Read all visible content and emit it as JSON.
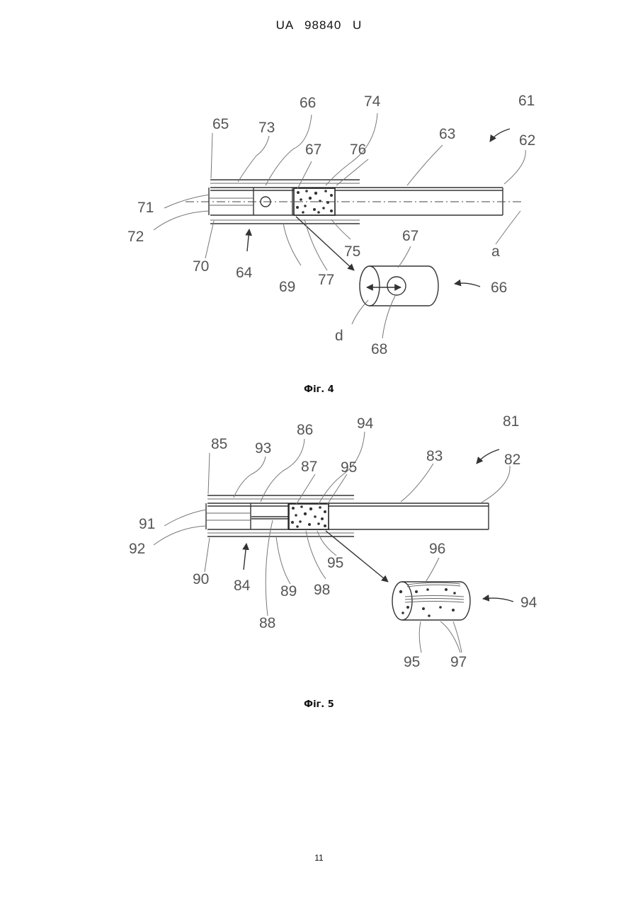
{
  "header": {
    "doc_number": "UA   98840   U"
  },
  "figures": [
    {
      "caption": "Фіг. 4",
      "labels": {
        "l61": "61",
        "l62": "62",
        "l63": "63",
        "l64": "64",
        "l65": "65",
        "l66a": "66",
        "l66b": "66",
        "l67a": "67",
        "l67b": "67",
        "l68": "68",
        "l69": "69",
        "l70": "70",
        "l71": "71",
        "l72": "72",
        "l73": "73",
        "l74": "74",
        "l75": "75",
        "l76": "76",
        "l77": "77",
        "la": "a",
        "ld": "d"
      }
    },
    {
      "caption": "Фіг. 5",
      "labels": {
        "l81": "81",
        "l82": "82",
        "l83": "83",
        "l84": "84",
        "l85": "85",
        "l86": "86",
        "l87": "87",
        "l88": "88",
        "l89": "89",
        "l90": "90",
        "l91": "91",
        "l92": "92",
        "l93": "93",
        "l94a": "94",
        "l94b": "94",
        "l95a": "95",
        "l95b": "95",
        "l95c": "95",
        "l96": "96",
        "l97": "97",
        "l98": "98"
      }
    }
  ],
  "page_number": "11"
}
